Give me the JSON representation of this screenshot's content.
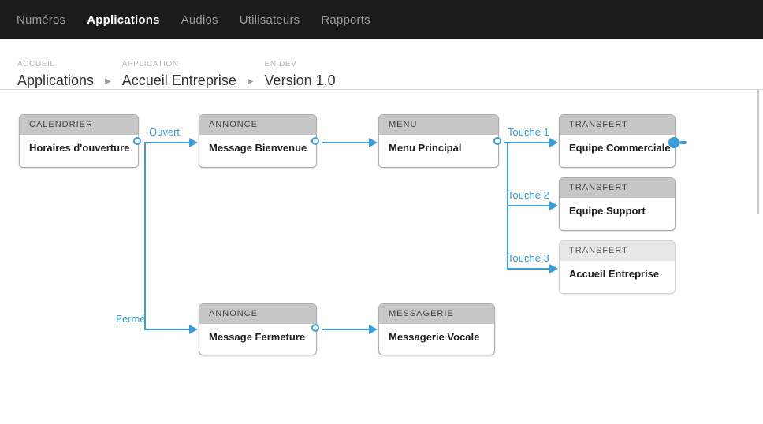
{
  "nav": {
    "items": [
      {
        "label": "Numéros",
        "active": false
      },
      {
        "label": "Applications",
        "active": true
      },
      {
        "label": "Audios",
        "active": false
      },
      {
        "label": "Utilisateurs",
        "active": false
      },
      {
        "label": "Rapports",
        "active": false
      }
    ]
  },
  "breadcrumb": {
    "separator": "▶",
    "levels": [
      {
        "category": "ACCUEIL",
        "label": "Applications"
      },
      {
        "category": "APPLICATION",
        "label": "Accueil Entreprise"
      },
      {
        "category": "EN DEV",
        "label": "Version 1.0"
      }
    ]
  },
  "diagram": {
    "colors": {
      "accent_blue": "#3b9ddb",
      "node_header_gray": "#c6c6c6",
      "node_header_light": "#e8e8e8",
      "navbar_bg": "#1b1b1b"
    },
    "nodes": {
      "calendrier": {
        "type": "CALENDRIER",
        "title": "Horaires d'ouverture"
      },
      "annonce_bienvenue": {
        "type": "ANNONCE",
        "title": "Message Bienvenue"
      },
      "menu_principal": {
        "type": "MENU",
        "title": "Menu Principal"
      },
      "transfert_commerciale": {
        "type": "TRANSFERT",
        "title": "Equipe Commerciale"
      },
      "transfert_support": {
        "type": "TRANSFERT",
        "title": "Equipe Support"
      },
      "transfert_accueil": {
        "type": "TRANSFERT",
        "title": "Accueil Entreprise"
      },
      "annonce_fermeture": {
        "type": "ANNONCE",
        "title": "Message Fermeture"
      },
      "messagerie_vocale": {
        "type": "MESSAGERIE",
        "title": "Messagerie Vocale"
      }
    },
    "edges": {
      "ouvert": "Ouvert",
      "ferme": "Fermé",
      "touche1": "Touche 1",
      "touche2": "Touche 2",
      "touche3": "Touche 3"
    }
  }
}
